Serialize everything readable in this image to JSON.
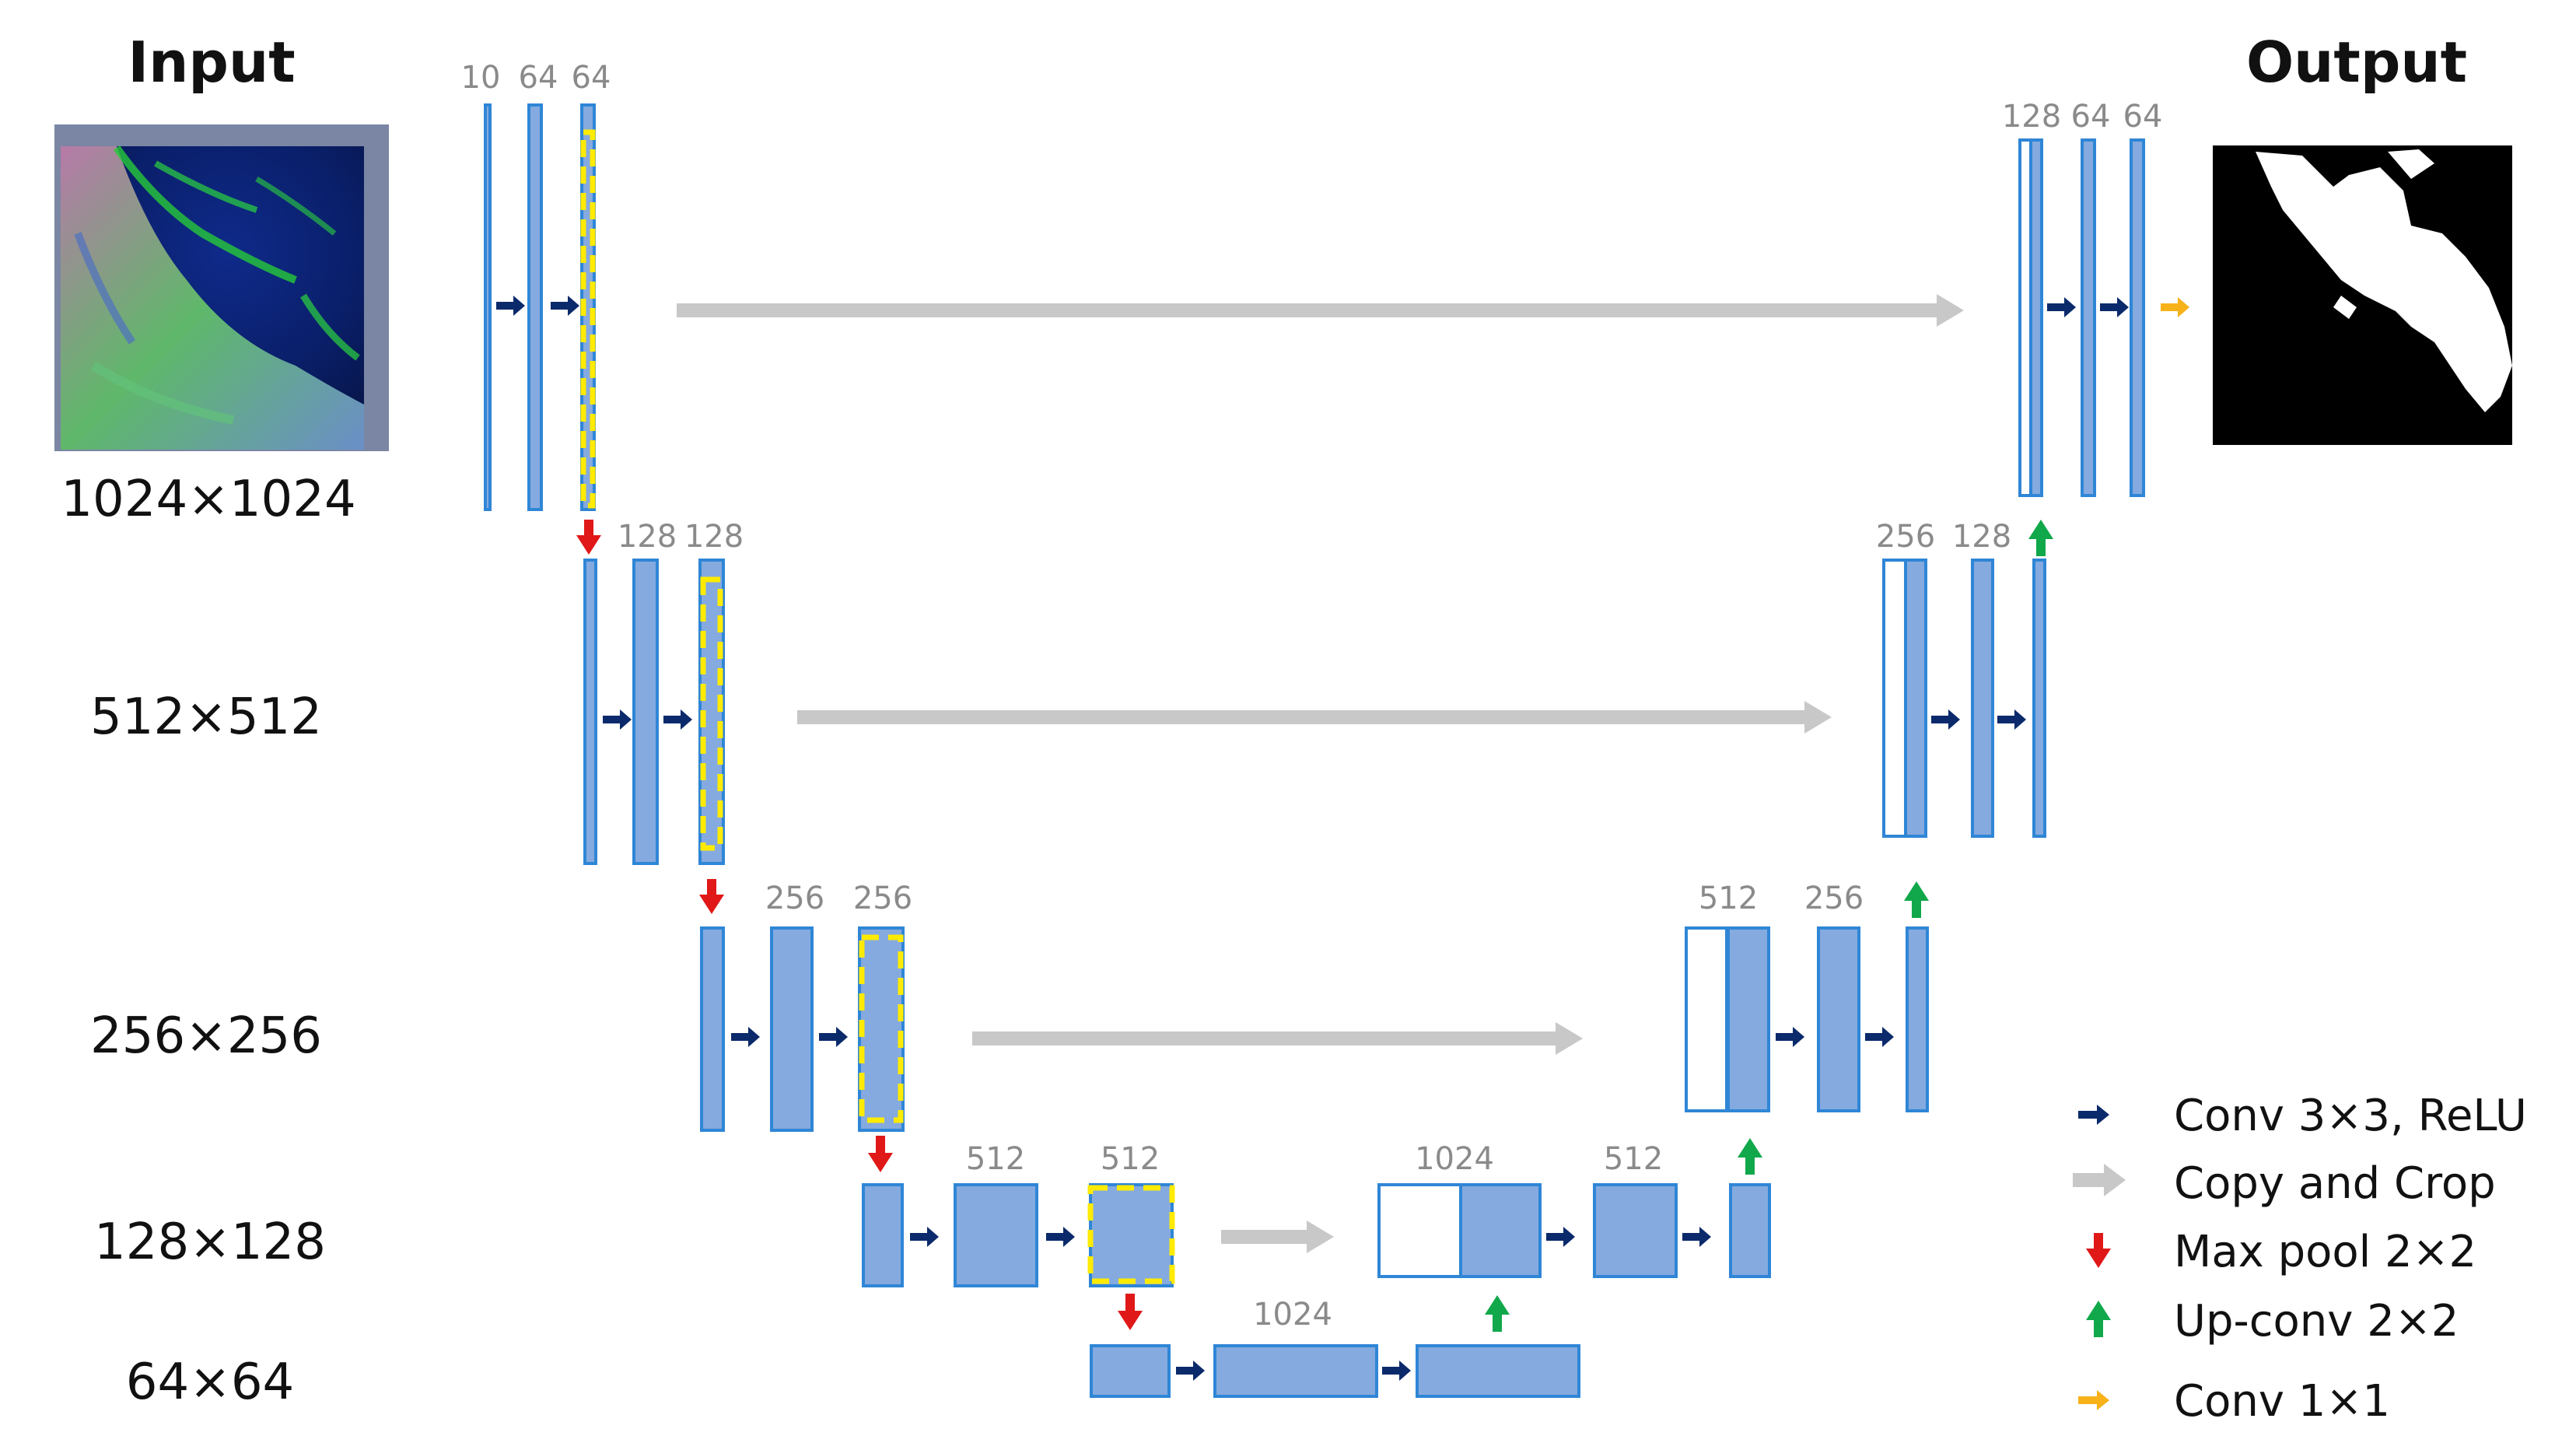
{
  "titles": {
    "input": "Input",
    "output": "Output"
  },
  "resolutions": [
    "1024×1024",
    "512×512",
    "256×256",
    "128×128",
    "64×64"
  ],
  "channels": {
    "enc1": [
      "10",
      "64",
      "64"
    ],
    "enc2": [
      "128",
      "128"
    ],
    "enc3": [
      "256",
      "256"
    ],
    "enc4": [
      "512",
      "512"
    ],
    "bottleneck": [
      "1024"
    ],
    "dec4": [
      "1024",
      "512"
    ],
    "dec3": [
      "512",
      "256"
    ],
    "dec2": [
      "256",
      "128"
    ],
    "dec1": [
      "128",
      "64",
      "64"
    ]
  },
  "legend": {
    "conv3": "Conv 3×3, ReLU",
    "copy": "Copy and Crop",
    "maxpool": "Max pool 2×2",
    "upconv": "Up-conv 2×2",
    "conv1": "Conv 1×1"
  },
  "colors": {
    "block_fill": "#85aadf",
    "block_stroke": "#2f86d6",
    "crop_dash": "#ffeb00",
    "conv_arrow": "#0b2a6b",
    "copy_arrow": "#c8c8c8",
    "maxpool_arrow": "#e01818",
    "upconv_arrow": "#10a84a",
    "conv1_arrow": "#f7b21a"
  }
}
